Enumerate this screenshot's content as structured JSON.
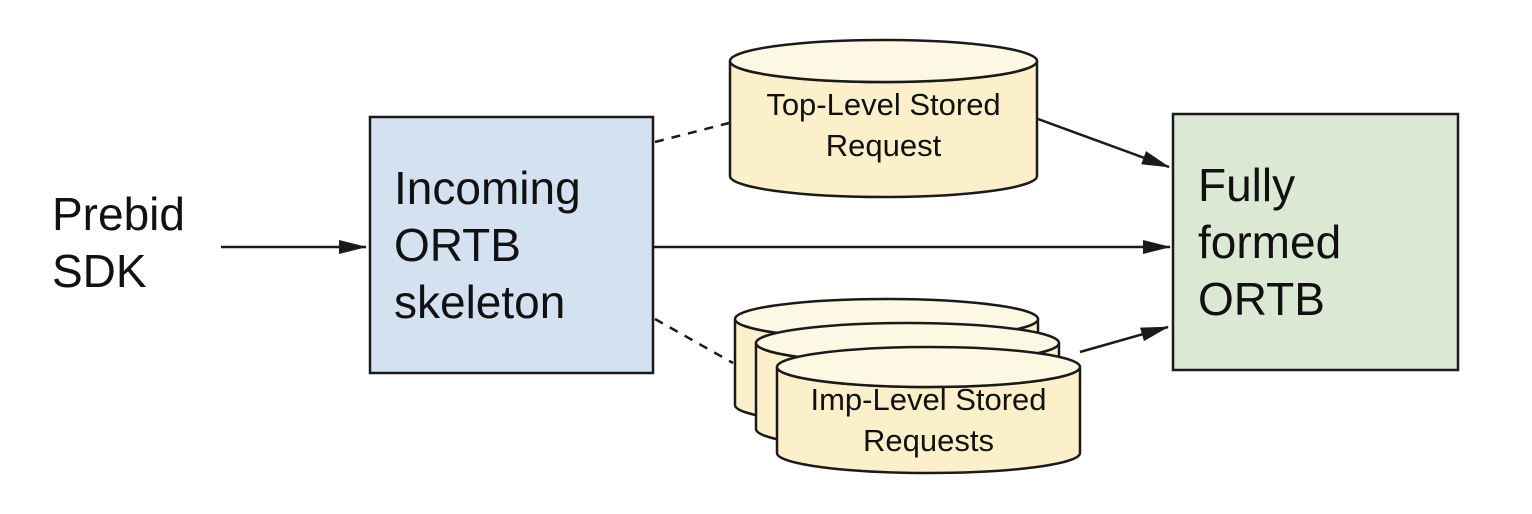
{
  "colors": {
    "box_blue_fill": "#d4e1f1",
    "box_green_fill": "#dbe9d4",
    "cylinder_body_fill": "#fbf0ca",
    "cylinder_top_fill": "#fdf8e3",
    "stroke": "#1a1a1a",
    "text": "#111111",
    "background": "#ffffff"
  },
  "nodes": {
    "prebid_sdk": {
      "label": "Prebid\nSDK",
      "shape": "text"
    },
    "incoming_ortb": {
      "label": "Incoming\nORTB\nskeleton",
      "shape": "rectangle"
    },
    "top_level_stored_request": {
      "label": "Top-Level Stored\nRequest",
      "shape": "cylinder"
    },
    "imp_level_stored_requests": {
      "label": "Imp-Level Stored\nRequests",
      "shape": "cylinder-stack-3"
    },
    "fully_formed_ortb": {
      "label": "Fully\nformed\nORTB",
      "shape": "rectangle"
    }
  },
  "edges": [
    {
      "from": "prebid_sdk",
      "to": "incoming_ortb",
      "style": "solid",
      "arrowhead": true
    },
    {
      "from": "incoming_ortb",
      "to": "top_level_stored_request",
      "style": "dashed",
      "arrowhead": false
    },
    {
      "from": "incoming_ortb",
      "to": "fully_formed_ortb",
      "style": "solid",
      "arrowhead": true
    },
    {
      "from": "incoming_ortb",
      "to": "imp_level_stored_requests",
      "style": "dashed",
      "arrowhead": false
    },
    {
      "from": "top_level_stored_request",
      "to": "fully_formed_ortb",
      "style": "solid",
      "arrowhead": true
    },
    {
      "from": "imp_level_stored_requests",
      "to": "fully_formed_ortb",
      "style": "solid",
      "arrowhead": true
    }
  ]
}
